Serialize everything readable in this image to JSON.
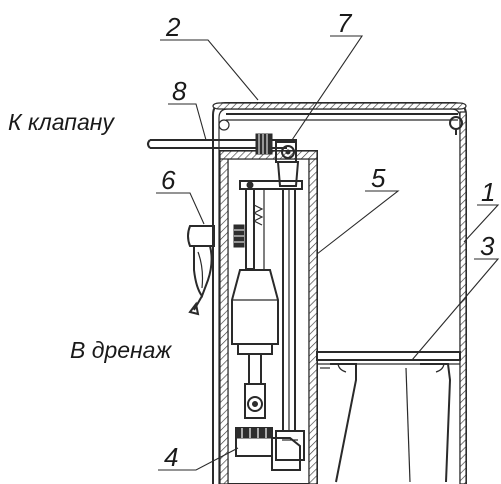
{
  "captions": {
    "valve": "К клапану",
    "drain": "В дренаж"
  },
  "callouts": [
    {
      "id": "1",
      "text": "1"
    },
    {
      "id": "2",
      "text": "2"
    },
    {
      "id": "3",
      "text": "3"
    },
    {
      "id": "4",
      "text": "4"
    },
    {
      "id": "5",
      "text": "5"
    },
    {
      "id": "6",
      "text": "6"
    },
    {
      "id": "7",
      "text": "7"
    },
    {
      "id": "8",
      "text": "8"
    }
  ]
}
